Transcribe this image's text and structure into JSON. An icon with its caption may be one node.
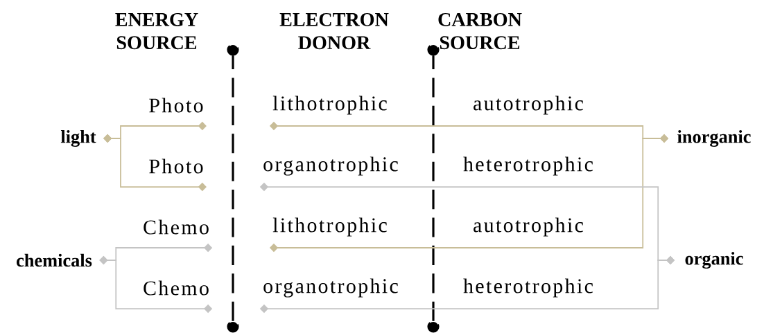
{
  "diagram": {
    "nodes": [
      {
        "text": [
          "Photo"
        ]
      },
      {
        "text": [
          "lithotrophic"
        ]
      },
      {
        "text": [
          "autotrophic"
        ]
      },
      {
        "text": [
          "light"
        ]
      },
      {
        "text": [
          "inorganic"
        ]
      },
      {
        "text": [
          "Photo"
        ]
      },
      {
        "text": [
          "organotrophic"
        ]
      },
      {
        "text": [
          "heterotrophic"
        ]
      },
      {
        "text": [
          "Chemo"
        ]
      },
      {
        "text": [
          "lithotrophic"
        ]
      },
      {
        "text": [
          "autotrophic"
        ]
      },
      {
        "text": [
          "chemicals"
        ]
      },
      {
        "text": [
          "organic"
        ]
      },
      {
        "text": [
          "Chemo"
        ]
      },
      {
        "text": [
          "organotrophic"
        ]
      },
      {
        "text": [
          "heterotrophic"
        ]
      }
    ],
    "edges": [
      {
        "from": 3,
        "to": 0,
        "arrow": "other",
        "color": "#c8bd98"
      },
      {
        "from": 3,
        "to": 5,
        "arrow": "other",
        "color": "#c8bd98"
      },
      {
        "from": 4,
        "to": 1,
        "arrow": "other",
        "color": "#c8bd98"
      },
      {
        "from": 4,
        "to": 9,
        "arrow": "other",
        "color": "#c8bd98"
      },
      {
        "from": 11,
        "to": 8,
        "arrow": "other",
        "color": "#c4c4c4"
      },
      {
        "from": 11,
        "to": 13,
        "arrow": "other",
        "color": "#c4c4c4"
      },
      {
        "from": 12,
        "to": 6,
        "arrow": "other",
        "color": "#c4c4c4"
      },
      {
        "from": 12,
        "to": 14,
        "arrow": "other",
        "color": "#c4c4c4"
      }
    ],
    "labels": [
      "ENERGY SOURCE",
      "ELECTRON DONOR",
      "CARBON SOURCE"
    ]
  }
}
